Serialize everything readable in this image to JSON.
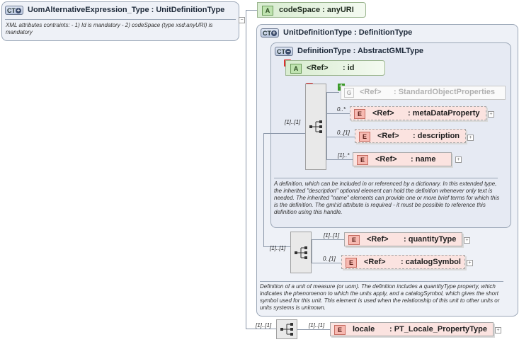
{
  "root": {
    "badge": "CT",
    "title": "UomAlternativeExpression_Type : UnitDefinitionType",
    "description": "XML attributes contraints: - 1) Id is mandatory - 2) codeSpace (type xsd:anyURI) is mandatory"
  },
  "codespace_attr": {
    "tag": "A",
    "label": "codeSpace : anyURI"
  },
  "unitdef": {
    "badge": "CT",
    "title": "UnitDefinitionType : DefinitionType",
    "description": "Definition of a unit of measure (or uom). The definition includes a quantityType property, which indicates the phenomenon to which the units apply, and a catalogSymbol, which gives the short symbol used for this unit. This element is used when the relationship of this unit to other units or units systems is unknown."
  },
  "defn": {
    "badge": "CT",
    "title": "DefinitionType : AbstractGMLType",
    "description": "A definition, which can be included in or referenced by a dictionary. In this extended type, the inherited \"description\" optional element can hold the definition whenever only text is needed. The inherited \"name\" elements can provide one or more brief terms for which this is the definition. The gml:id attribute is required - it must be possible to reference this definition using this handle."
  },
  "id_attr": {
    "tag": "A",
    "ref": "<Ref>",
    "name": ": id"
  },
  "std_obj": {
    "tag": "G",
    "ref": "<Ref>",
    "name": ": StandardObjectProperties"
  },
  "elements": {
    "metadata": {
      "tag": "E",
      "ref": "<Ref>",
      "name": ": metaDataProperty",
      "mult": "0..*"
    },
    "description": {
      "tag": "E",
      "ref": "<Ref>",
      "name": ": description",
      "mult": "0..[1]"
    },
    "name": {
      "tag": "E",
      "ref": "<Ref>",
      "name": ": name",
      "mult": "[1]..*"
    },
    "quantityType": {
      "tag": "E",
      "ref": "<Ref>",
      "name": ": quantityType",
      "mult": "[1]..[1]"
    },
    "catalogSymbol": {
      "tag": "E",
      "ref": "<Ref>",
      "name": ": catalogSymbol",
      "mult": "0..[1]"
    },
    "locale": {
      "tag": "E",
      "ref": "locale",
      "name": ": PT_Locale_PropertyType",
      "mult": "[1]..[1]"
    }
  },
  "seq_mult": {
    "defn_seq": "[1]..[1]",
    "unit_seq": "[1]..[1]",
    "root_seq": "[1]..[1]"
  }
}
